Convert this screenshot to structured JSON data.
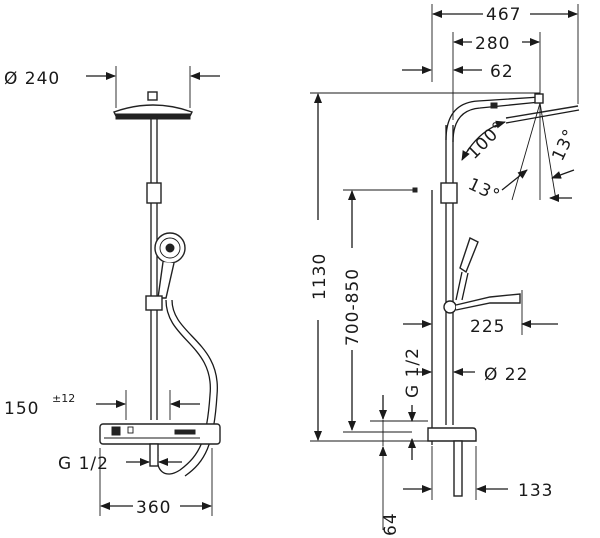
{
  "front_view": {
    "diameter_label": "Ø 240",
    "width_150": "150",
    "tolerance": "±12",
    "thread_label": "G 1/2",
    "width_360": "360"
  },
  "side_view": {
    "dim_467": "467",
    "dim_280": "280",
    "dim_62": "62",
    "angle_100": "100°",
    "angle_13_left": "13°",
    "angle_13_right": "13°",
    "height_1130": "1130",
    "height_700_850": "700-850",
    "thread_label": "G 1/2",
    "dim_225": "225",
    "diameter_22": "Ø 22",
    "dim_64": "64",
    "dim_133": "133"
  },
  "colors": {
    "line": "#1a1a1a",
    "background": "#ffffff"
  }
}
